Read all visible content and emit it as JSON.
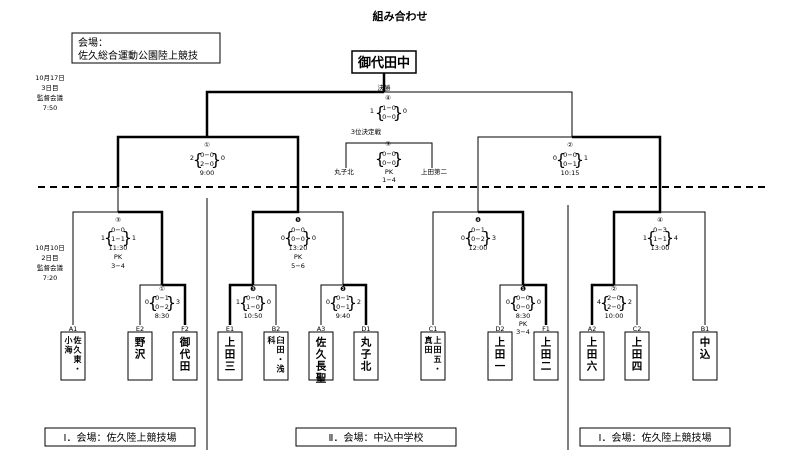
{
  "title": "組み合わせ",
  "venue_box": {
    "line1": "会場：",
    "line2": "佐久総合運動公園陸上競技"
  },
  "day3_note": [
    "10月17日",
    "3日目",
    "監督会議",
    "7:50"
  ],
  "day2_note": [
    "10月10日",
    "2日目",
    "監督会議",
    "7:20"
  ],
  "champion": "御代田中",
  "final": {
    "label": "決勝",
    "num": "④",
    "left": "1",
    "right": "0",
    "s1": "1−0",
    "s2": "0−0"
  },
  "third_place": {
    "label": "3位決定戦",
    "num": "③",
    "left": "丸子北",
    "right": "上田第二",
    "s1": "0−0",
    "s2": "0−0",
    "pk": "PK",
    "pk_score": "1−4"
  },
  "semi_left": {
    "num": "①",
    "left": "2",
    "right": "0",
    "s1": "0−0",
    "s2": "2−0",
    "time": "9:00"
  },
  "semi_right": {
    "num": "②",
    "left": "0",
    "right": "1",
    "s1": "0−0",
    "s2": "0−1",
    "time": "10:15"
  },
  "qf1": {
    "num": "③",
    "left": "1",
    "right": "1",
    "s1": "0−0",
    "s2": "1−1",
    "time": "11:30",
    "pk": "PK",
    "pk_score": "3−4"
  },
  "qf2": {
    "num": "❺",
    "left": "0",
    "right": "0",
    "s1": "0−0",
    "s2": "0−0",
    "time": "13:20",
    "pk": "PK",
    "pk_score": "5−6"
  },
  "qf3": {
    "num": "❹",
    "left": "0",
    "right": "3",
    "s1": "0−1",
    "s2": "0−2",
    "time": "12:00"
  },
  "qf4": {
    "num": "④",
    "left": "1",
    "right": "4",
    "s1": "0−3",
    "s2": "1−1",
    "time": "13:00"
  },
  "r1_a": {
    "num": "①",
    "left": "0",
    "right": "3",
    "s1": "0−1",
    "s2": "0−2",
    "time": "8:30"
  },
  "r1_b": {
    "num": "❸",
    "left": "1",
    "right": "0",
    "s1": "0−0",
    "s2": "1−0",
    "time": "10:50"
  },
  "r1_c": {
    "num": "❷",
    "left": "0",
    "right": "2",
    "s1": "0−1",
    "s2": "0−1",
    "time": "9:40"
  },
  "r1_d": {
    "num": "❶",
    "left": "0",
    "right": "0",
    "s1": "0−0",
    "s2": "0−0",
    "time": "8:30",
    "pk": "PK",
    "pk_score": "3−4"
  },
  "r1_e": {
    "num": "②",
    "left": "4",
    "right": "2",
    "s1": "2−0",
    "s2": "2−0",
    "time": "10:00"
  },
  "teams": [
    {
      "code": "A1",
      "name": "佐久東・小海"
    },
    {
      "code": "E2",
      "name": "野沢"
    },
    {
      "code": "F2",
      "name": "御代田"
    },
    {
      "code": "E1",
      "name": "上田三"
    },
    {
      "code": "B2",
      "name": "臼田・浅科"
    },
    {
      "code": "A3",
      "name": "佐久長聖"
    },
    {
      "code": "D1",
      "name": "丸子北"
    },
    {
      "code": "C1",
      "name": "上田五・真田"
    },
    {
      "code": "D2",
      "name": "上田一"
    },
    {
      "code": "F1",
      "name": "上田二"
    },
    {
      "code": "A2",
      "name": "上田六"
    },
    {
      "code": "C2",
      "name": "上田四"
    },
    {
      "code": "B1",
      "name": "中込"
    }
  ],
  "venues": [
    "Ⅰ．会場：佐久陸上競技場",
    "Ⅱ．会場：中込中学校",
    "Ⅰ．会場：佐久陸上競技場"
  ]
}
